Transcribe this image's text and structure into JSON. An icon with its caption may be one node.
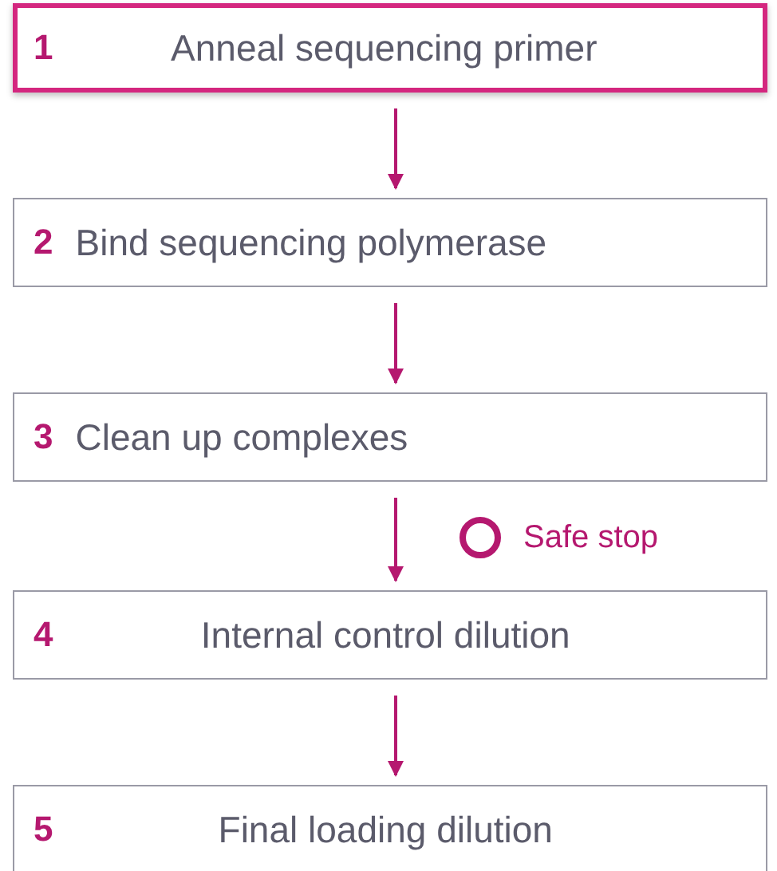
{
  "diagram": {
    "nodes": [
      {
        "text": [
          "1",
          "Anneal sequencing primer"
        ]
      },
      {
        "text": [
          "2",
          "Bind sequencing polymerase"
        ]
      },
      {
        "text": [
          "3",
          "Clean up complexes"
        ]
      },
      {
        "text": [
          "4",
          "Internal control dilution"
        ]
      },
      {
        "text": [
          "5",
          "Final loading dilution"
        ]
      }
    ],
    "edges": [
      {
        "from": 0,
        "to": 1,
        "arrow": "to"
      },
      {
        "from": 1,
        "to": 2,
        "arrow": "to"
      },
      {
        "from": 2,
        "to": 3,
        "arrow": "to"
      },
      {
        "from": 3,
        "to": 4,
        "arrow": "to"
      }
    ],
    "labels": [
      "Safe stop"
    ]
  }
}
